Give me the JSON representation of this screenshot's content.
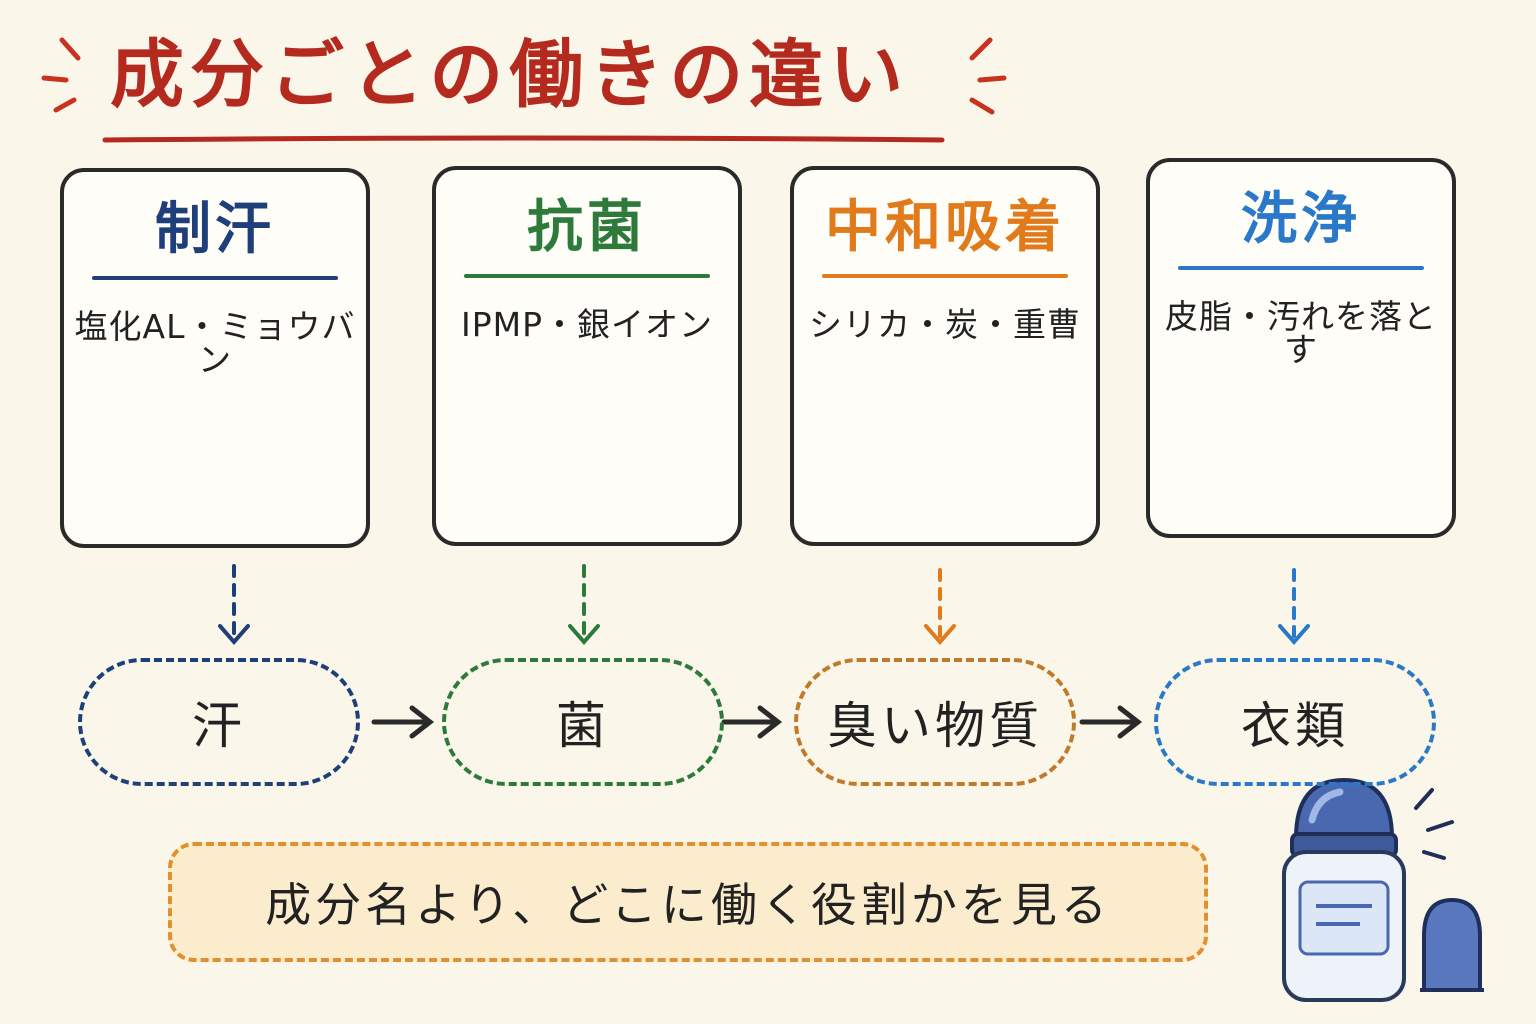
{
  "title": {
    "text": "成分ごとの働きの違い",
    "color": "#b52a1e"
  },
  "cards": [
    {
      "title": "制汗",
      "subtitle": "塩化AL・ミョウバン",
      "color": "#1f3f7a",
      "icon": "sweat-drops-icon"
    },
    {
      "title": "抗菌",
      "subtitle": "IPMP・銀イオン",
      "color": "#2e7a3a",
      "icon": "bacteria-icon"
    },
    {
      "title": "中和吸着",
      "subtitle": "シリカ・炭・重曹",
      "color": "#e07a1a",
      "icon": "charcoal-icon"
    },
    {
      "title": "洗浄",
      "subtitle": "皮脂・汚れを落とす",
      "color": "#2a78c8",
      "icon": "tshirt-bubbles-icon"
    }
  ],
  "targets": [
    {
      "label": "汗",
      "color": "#1f3f7a"
    },
    {
      "label": "菌",
      "color": "#2e7a3a"
    },
    {
      "label": "臭い物質",
      "color": "#c07a2a"
    },
    {
      "label": "衣類",
      "color": "#2a78c8"
    }
  ],
  "summary": {
    "text": "成分名より、どこに働く役割かを見る"
  }
}
